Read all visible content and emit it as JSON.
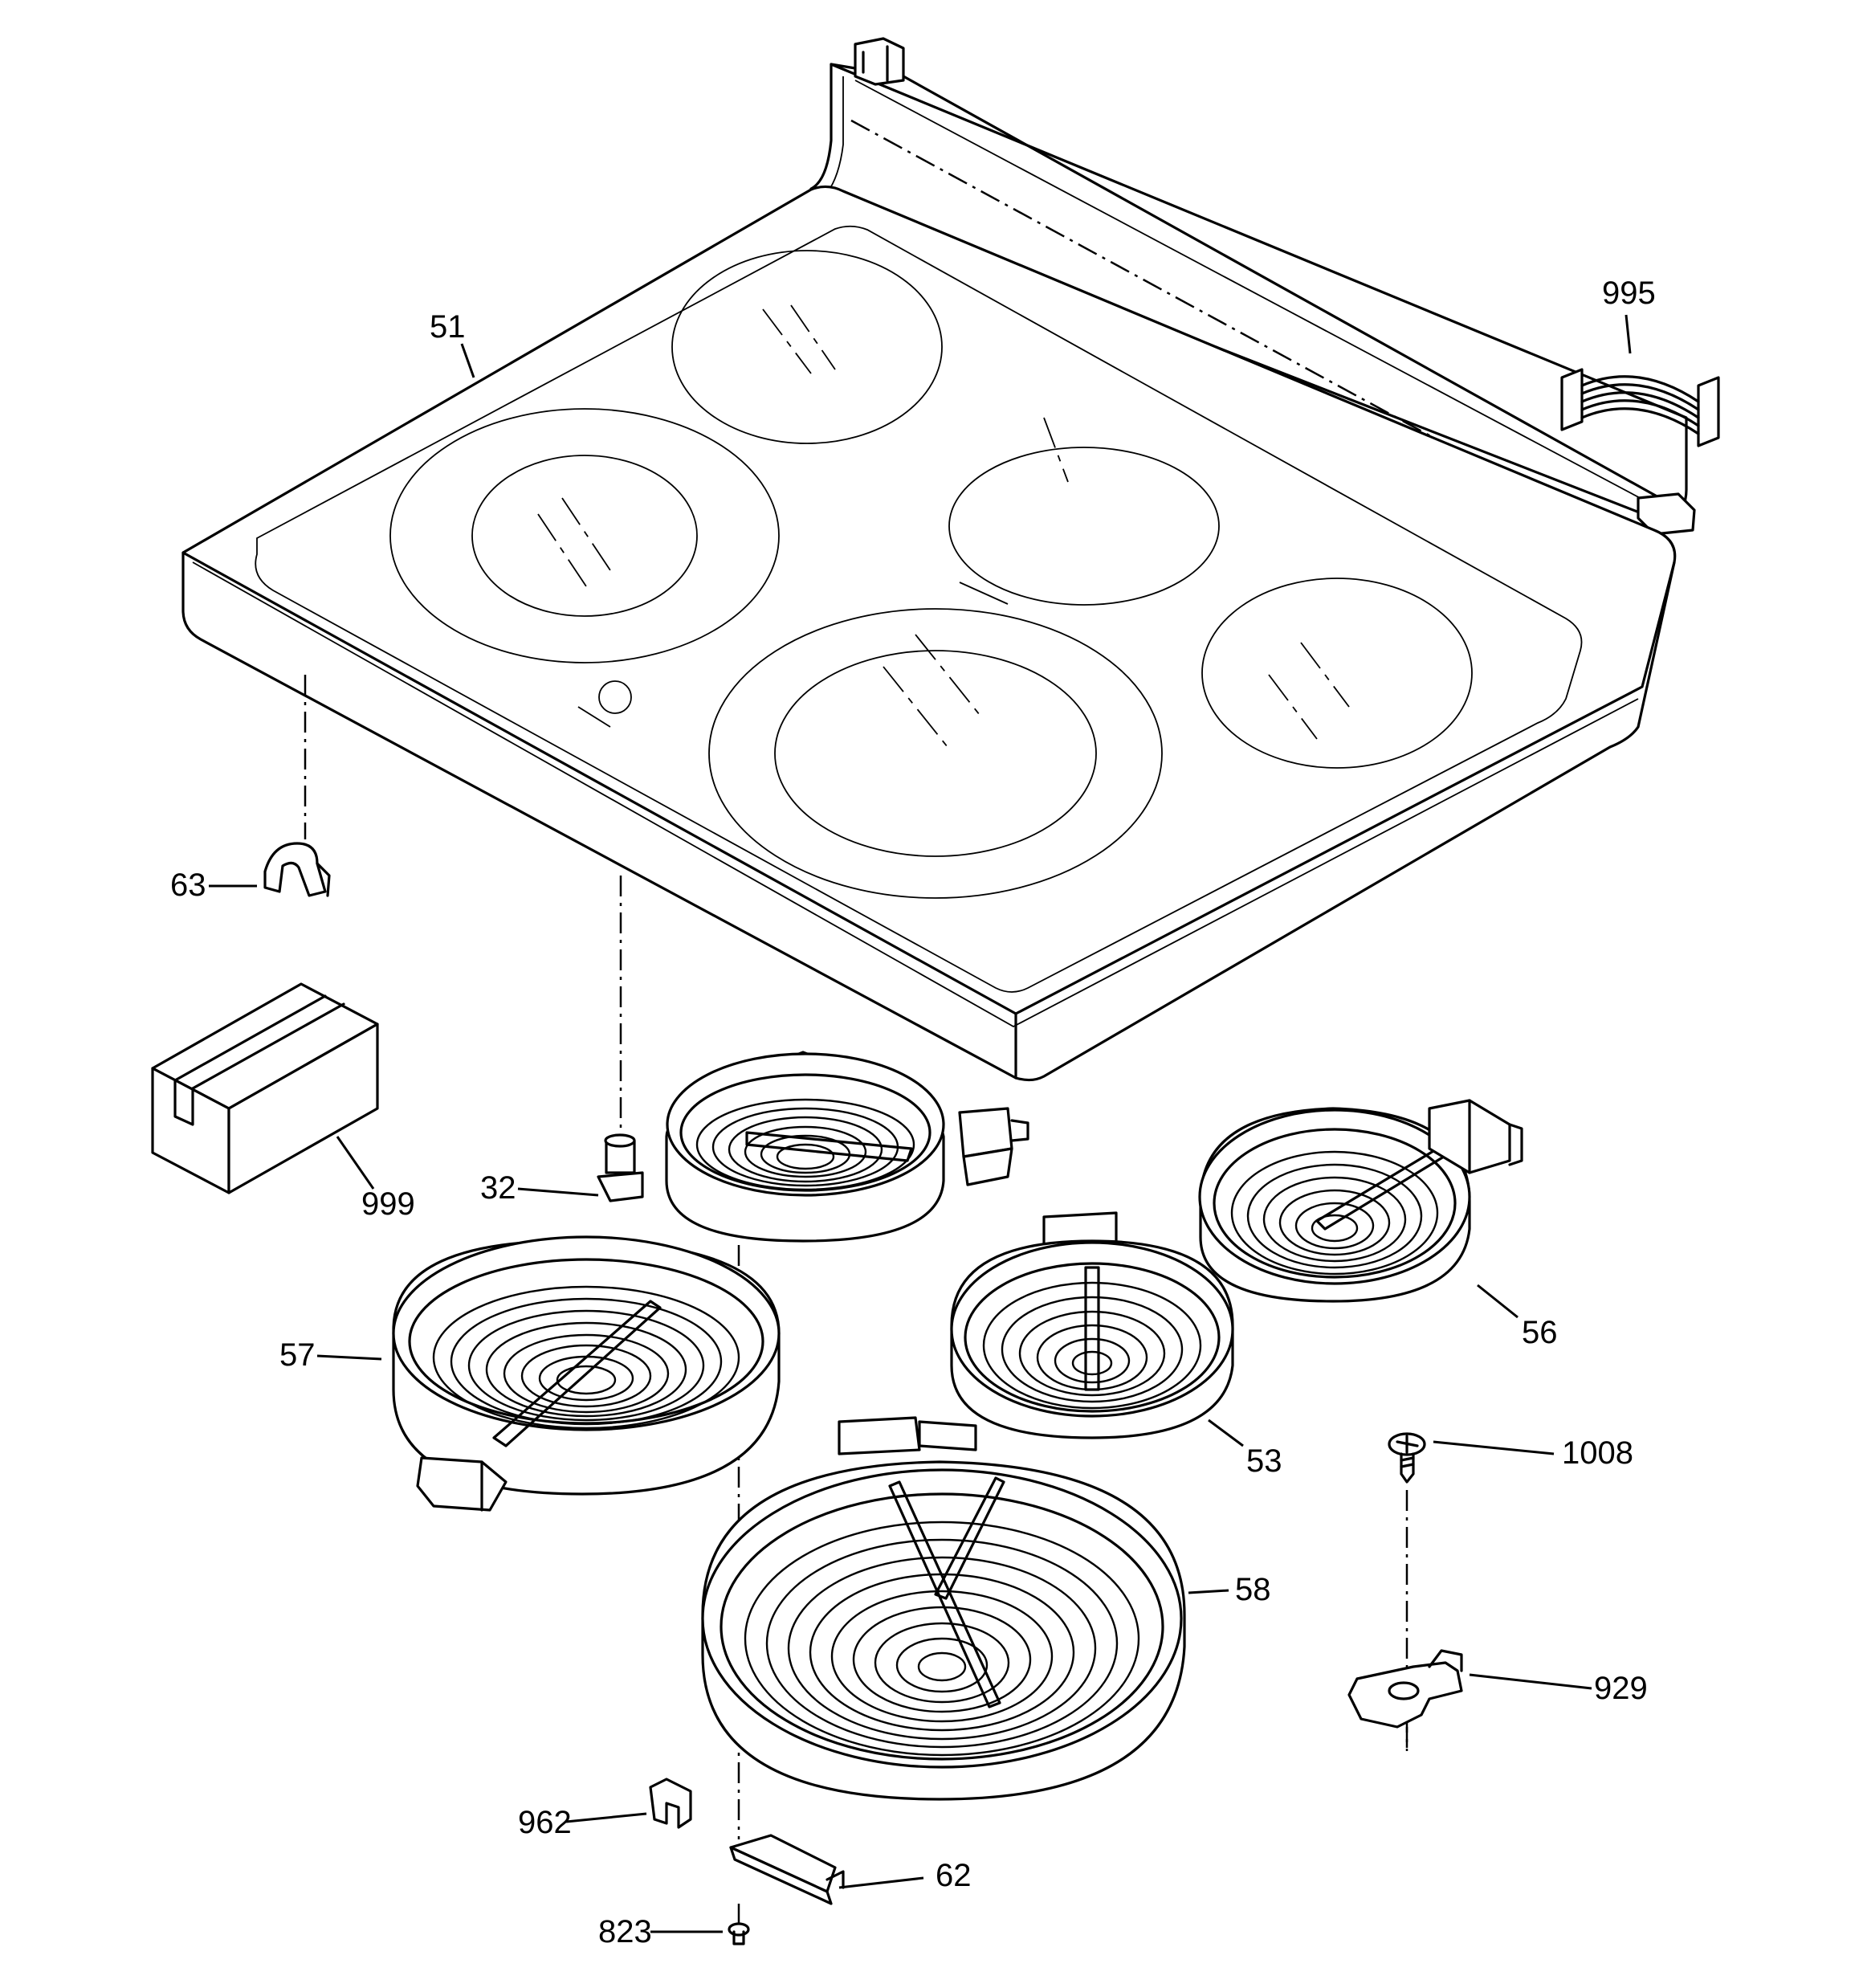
{
  "callouts": {
    "c51": "51",
    "c995": "995",
    "c63": "63",
    "c999": "999",
    "c32": "32",
    "c57": "57",
    "c56": "56",
    "c53": "53",
    "c1008": "1008",
    "c58": "58",
    "c929": "929",
    "c962": "962",
    "c62": "62",
    "c823": "823"
  }
}
